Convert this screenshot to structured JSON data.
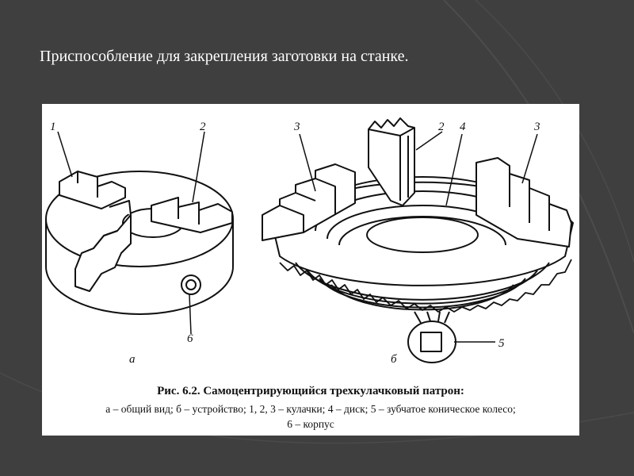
{
  "slide": {
    "title": "Приспособление для закрепления заготовки на станке."
  },
  "figure": {
    "view_a_label": "а",
    "view_b_label": "б",
    "callouts": {
      "a_1": "1",
      "a_2": "2",
      "a_6": "6",
      "b_3_left": "3",
      "b_2": "2",
      "b_4": "4",
      "b_3_right": "3",
      "b_5": "5"
    },
    "caption": {
      "title": "Рис. 6.2. Самоцентрирующийся трехкулачковый патрон:",
      "line2": "а – общий вид; б – устройство; 1, 2, 3 – кулачки; 4 – диск; 5 – зубчатое коническое колесо;",
      "line3": "6 – корпус"
    }
  }
}
